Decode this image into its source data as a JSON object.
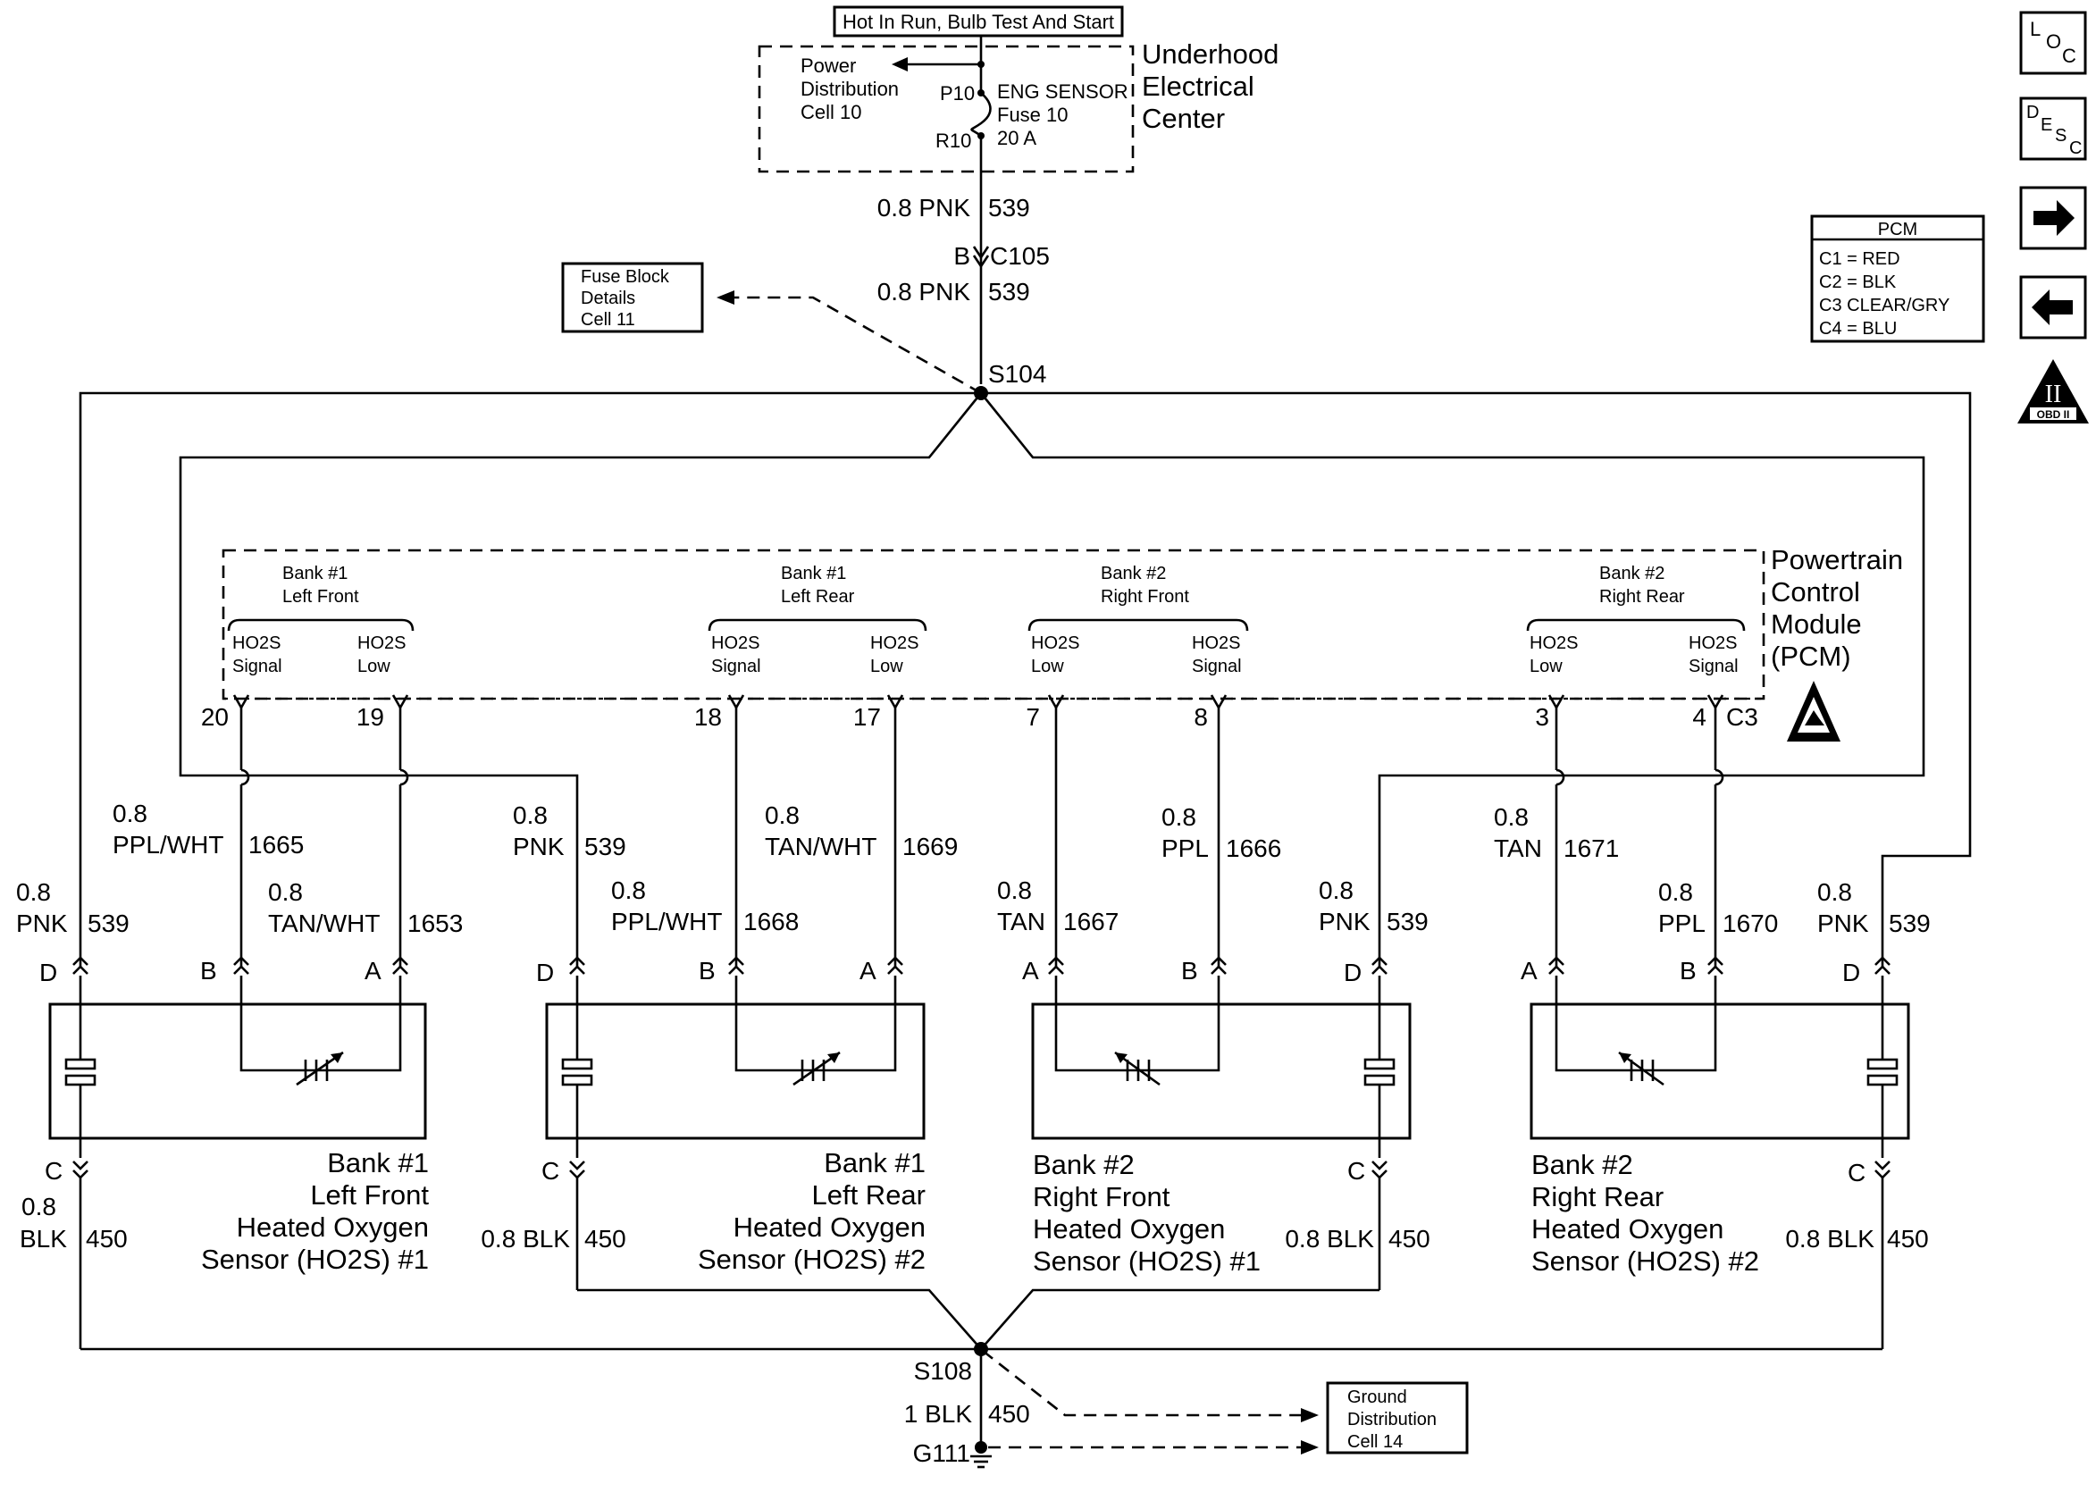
{
  "top_box": {
    "label": "Hot In Run, Bulb Test And Start"
  },
  "underhood": {
    "title_lines": [
      "Underhood",
      "Electrical",
      "Center"
    ],
    "power_dist": [
      "Power",
      "Distribution",
      "Cell 10"
    ],
    "fuse": [
      "ENG SENSOR",
      "Fuse 10",
      "20 A"
    ],
    "pin_top": "P10",
    "pin_bottom": "R10"
  },
  "feed_wire": {
    "gauge_color": "0.8 PNK",
    "circuit": "539"
  },
  "connector_c105": {
    "pin": "B",
    "name": "C105"
  },
  "feed_wire_2": {
    "gauge_color": "0.8 PNK",
    "circuit": "539"
  },
  "fuse_block_ref": [
    "Fuse Block",
    "Details",
    "Cell 11"
  ],
  "splice_top": "S104",
  "splice_bottom": "S108",
  "ground": {
    "name": "G111",
    "wire_gauge_color": "1 BLK",
    "circuit": "450"
  },
  "ground_ref": [
    "Ground",
    "Distribution",
    "Cell 14"
  ],
  "pcm": {
    "title_lines": [
      "Powertrain",
      "Control",
      "Module",
      "(PCM)"
    ],
    "connector": "C3",
    "groups": [
      {
        "title": [
          "Bank #1",
          "Left Front"
        ],
        "left": [
          "HO2S",
          "Signal"
        ],
        "right": [
          "HO2S",
          "Low"
        ]
      },
      {
        "title": [
          "Bank #1",
          "Left Rear"
        ],
        "left": [
          "HO2S",
          "Signal"
        ],
        "right": [
          "HO2S",
          "Low"
        ]
      },
      {
        "title": [
          "Bank #2",
          "Right Front"
        ],
        "left": [
          "HO2S",
          "Low"
        ],
        "right": [
          "HO2S",
          "Signal"
        ]
      },
      {
        "title": [
          "Bank #2",
          "Right Rear"
        ],
        "left": [
          "HO2S",
          "Low"
        ],
        "right": [
          "HO2S",
          "Signal"
        ]
      }
    ],
    "pins": [
      "20",
      "19",
      "18",
      "17",
      "7",
      "8",
      "3",
      "4"
    ]
  },
  "pcm_legend": {
    "title": "PCM",
    "rows": [
      "C1 = RED",
      "C2 = BLK",
      "C3    CLEAR/GRY",
      "C4 = BLU"
    ]
  },
  "side_icons": [
    {
      "name": "loc",
      "chars": [
        "L",
        "O",
        "C"
      ]
    },
    {
      "name": "desc",
      "chars": [
        "D",
        "E",
        "S",
        "C"
      ]
    },
    {
      "name": "next-arrow"
    },
    {
      "name": "prev-arrow"
    },
    {
      "name": "obd",
      "label": "OBD II",
      "numeral": "II"
    }
  ],
  "wires": {
    "w1665": {
      "gauge": "0.8",
      "color": "PPL/WHT",
      "circuit": "1665"
    },
    "w1653": {
      "gauge": "0.8",
      "color": "TAN/WHT",
      "circuit": "1653"
    },
    "w1669": {
      "gauge": "0.8",
      "color": "TAN/WHT",
      "circuit": "1669"
    },
    "w1668": {
      "gauge": "0.8",
      "color": "PPL/WHT",
      "circuit": "1668"
    },
    "w1667": {
      "gauge": "0.8",
      "color": "TAN",
      "circuit": "1667"
    },
    "w1666": {
      "gauge": "0.8",
      "color": "PPL",
      "circuit": "1666"
    },
    "w1671": {
      "gauge": "0.8",
      "color": "TAN",
      "circuit": "1671"
    },
    "w1670": {
      "gauge": "0.8",
      "color": "PPL",
      "circuit": "1670"
    },
    "pwr1": {
      "gauge": "0.8",
      "color": "PNK",
      "circuit": "539"
    },
    "pwr2": {
      "gauge": "0.8",
      "color": "PNK",
      "circuit": "539"
    },
    "pwr3": {
      "gauge": "0.8",
      "color": "PNK",
      "circuit": "539"
    },
    "pwr4": {
      "gauge": "0.8",
      "color": "PNK",
      "circuit": "539"
    },
    "gnd1": {
      "gauge": "0.8",
      "color": "BLK",
      "circuit": "450"
    },
    "gnd2": {
      "gauge_color": "0.8 BLK",
      "circuit": "450"
    },
    "gnd3": {
      "gauge_color": "0.8 BLK",
      "circuit": "450"
    },
    "gnd4": {
      "gauge_color": "0.8 BLK",
      "circuit": "450"
    }
  },
  "sensors": [
    {
      "label": [
        "Bank #1",
        "Left Front",
        "Heated Oxygen",
        "Sensor (HO2S) #1"
      ],
      "pins": [
        "D",
        "B",
        "A",
        "C"
      ]
    },
    {
      "label": [
        "Bank #1",
        "Left Rear",
        "Heated Oxygen",
        "Sensor (HO2S) #2"
      ],
      "pins": [
        "D",
        "B",
        "A",
        "C"
      ]
    },
    {
      "label": [
        "Bank #2",
        "Right Front",
        "Heated Oxygen",
        "Sensor (HO2S) #1"
      ],
      "pins": [
        "A",
        "B",
        "D",
        "C"
      ]
    },
    {
      "label": [
        "Bank #2",
        "Right Rear",
        "Heated Oxygen",
        "Sensor (HO2S) #2"
      ],
      "pins": [
        "A",
        "B",
        "D",
        "C"
      ]
    }
  ]
}
